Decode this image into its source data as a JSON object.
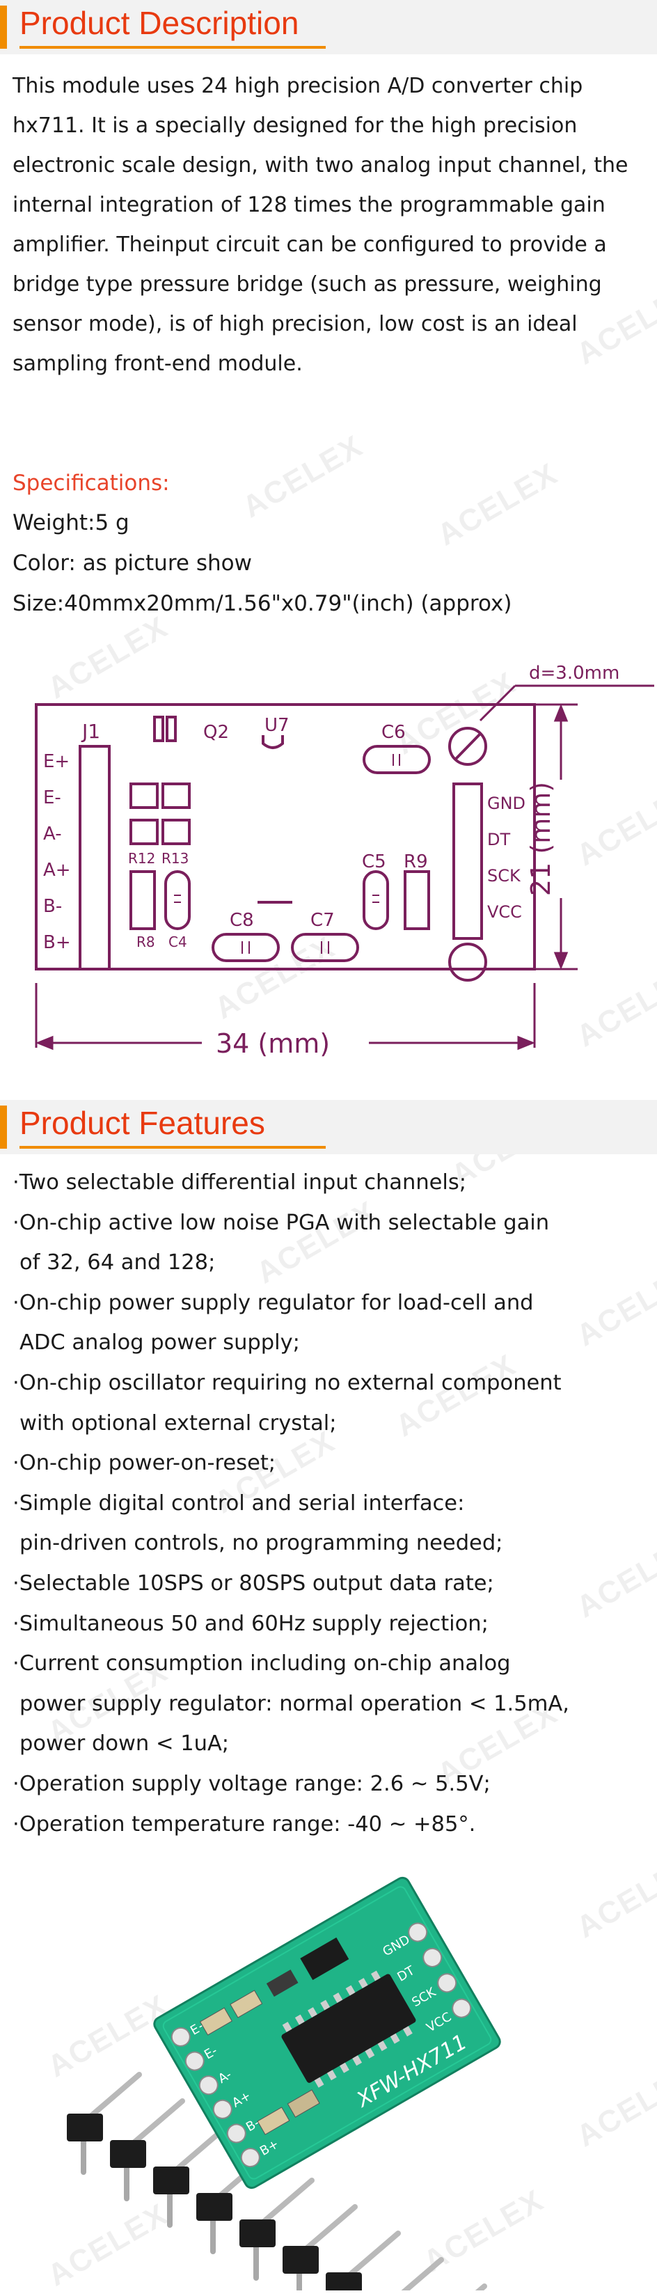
{
  "watermark": "ACELEX",
  "description": {
    "title": "Product Description",
    "text": "This module uses 24 high precision A/D converter chip hx711. It is a specially designed for the high precision electronic scale design, with two analog input channel, the internal integration of 128 times the programmable gain amplifier. Theinput circuit can be configured to provide a bridge type pressure bridge (such as pressure, weighing sensor mode), is of high precision, low cost is an ideal sampling front-end module."
  },
  "specifications": {
    "title": "Specifications:",
    "weight": "Weight:5 g",
    "color": "Color: as picture show",
    "size": "Size:40mmx20mm/1.56\"x0.79\"(inch) (approx)"
  },
  "diagram": {
    "hole_label": "d=3.0mm",
    "width_label": "34 (mm)",
    "height_label": "21 (mm)",
    "left_pins": [
      "E+",
      "E-",
      "A-",
      "A+",
      "B-",
      "B+"
    ],
    "right_pins": [
      "GND",
      "DT",
      "SCK",
      "VCC"
    ],
    "parts": {
      "j1": "J1",
      "q2": "Q2",
      "u7": "U7",
      "c6": "C6",
      "r12": "R12",
      "r13": "R13",
      "c5": "C5",
      "r9": "R9",
      "c8": "C8",
      "c7": "C7",
      "r8": "R8",
      "c4": "C4"
    }
  },
  "features": {
    "title": "Product Features",
    "items": [
      [
        "·Two selectable differential input channels;"
      ],
      [
        "·On-chip active low noise PGA with selectable gain",
        "of 32, 64 and 128;"
      ],
      [
        "·On-chip power supply regulator for load-cell and",
        "ADC analog power supply;"
      ],
      [
        "·On-chip oscillator requiring no external component",
        "with optional external crystal;"
      ],
      [
        "·On-chip power-on-reset;"
      ],
      [
        "·Simple digital control and serial interface:",
        "pin-driven controls, no programming needed;"
      ],
      [
        "·Selectable 10SPS or 80SPS output data rate;"
      ],
      [
        "·Simultaneous 50 and 60Hz supply rejection;"
      ],
      [
        "·Current consumption including on-chip analog",
        "power supply regulator: normal operation < 1.5mA,",
        "power down < 1uA;"
      ],
      [
        "·Operation supply voltage range: 2.6 ~ 5.5V;"
      ],
      [
        "·Operation temperature range: -40 ~ +85°."
      ]
    ]
  },
  "photo": {
    "board_text": "XFW-HX711",
    "left_pins": [
      "E+",
      "E-",
      "A-",
      "A+",
      "B-",
      "B+"
    ],
    "right_pins": [
      "GND",
      "DT",
      "SCK",
      "VCC"
    ]
  },
  "colors": {
    "accent": "#f08c00",
    "heading": "#e83a10",
    "diagram": "#7a1f5c",
    "pcb": "#1fb487"
  }
}
